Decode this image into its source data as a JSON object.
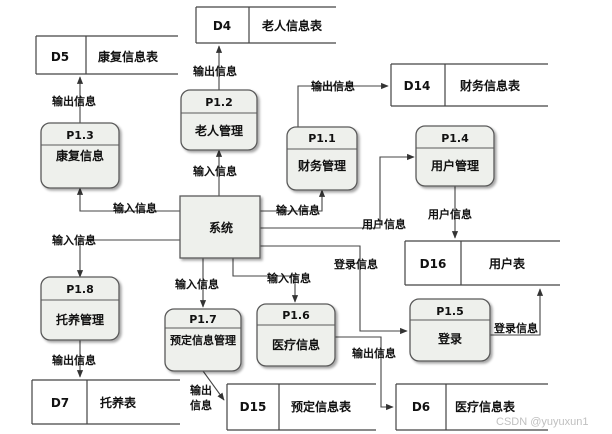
{
  "diagram": {
    "system": "系统",
    "processes": [
      {
        "key": "p12",
        "id": "P1.2",
        "name": "老人管理"
      },
      {
        "key": "p13",
        "id": "P1.3",
        "name": "康复信息"
      },
      {
        "key": "p11",
        "id": "P1.1",
        "name": "财务管理"
      },
      {
        "key": "p14",
        "id": "P1.4",
        "name": "用户管理"
      },
      {
        "key": "p18",
        "id": "P1.8",
        "name": "托养管理"
      },
      {
        "key": "p17",
        "id": "P1.7",
        "name": "预定信息管理"
      },
      {
        "key": "p16",
        "id": "P1.6",
        "name": "医疗信息"
      },
      {
        "key": "p15",
        "id": "P1.5",
        "name": "登录"
      }
    ],
    "stores": [
      {
        "key": "d4",
        "id": "D4",
        "name": "老人信息表"
      },
      {
        "key": "d5",
        "id": "D5",
        "name": "康复信息表"
      },
      {
        "key": "d14",
        "id": "D14",
        "name": "财务信息表"
      },
      {
        "key": "d16",
        "id": "D16",
        "name": "用户表"
      },
      {
        "key": "d7",
        "id": "D7",
        "name": "托养表"
      },
      {
        "key": "d15",
        "id": "D15",
        "name": "预定信息表"
      },
      {
        "key": "d6",
        "id": "D6",
        "name": "医疗信息表"
      }
    ],
    "flow_labels": [
      {
        "key": "f_out_d4",
        "text": "输出信息"
      },
      {
        "key": "f_out_d5",
        "text": "输出信息"
      },
      {
        "key": "f_out_d14",
        "text": "输出信息"
      },
      {
        "key": "f_in_p12",
        "text": "输入信息"
      },
      {
        "key": "f_in_p13",
        "text": "输入信息"
      },
      {
        "key": "f_in_p11",
        "text": "输入信息"
      },
      {
        "key": "f_user_p14",
        "text": "用户信息"
      },
      {
        "key": "f_user_d16",
        "text": "用户信息"
      },
      {
        "key": "f_in_p18",
        "text": "输入信息"
      },
      {
        "key": "f_in_p17",
        "text": "输入信息"
      },
      {
        "key": "f_in_p16",
        "text": "输入信息"
      },
      {
        "key": "f_login",
        "text": "登录信息"
      },
      {
        "key": "f_login_d16",
        "text": "登录信息"
      },
      {
        "key": "f_out_d7",
        "text": "输出信息"
      },
      {
        "key": "f_out_d15",
        "text": "输出\n信息"
      },
      {
        "key": "f_out_d6",
        "text": "输出信息"
      }
    ]
  },
  "watermark": "CSDN @yuyuxun1"
}
